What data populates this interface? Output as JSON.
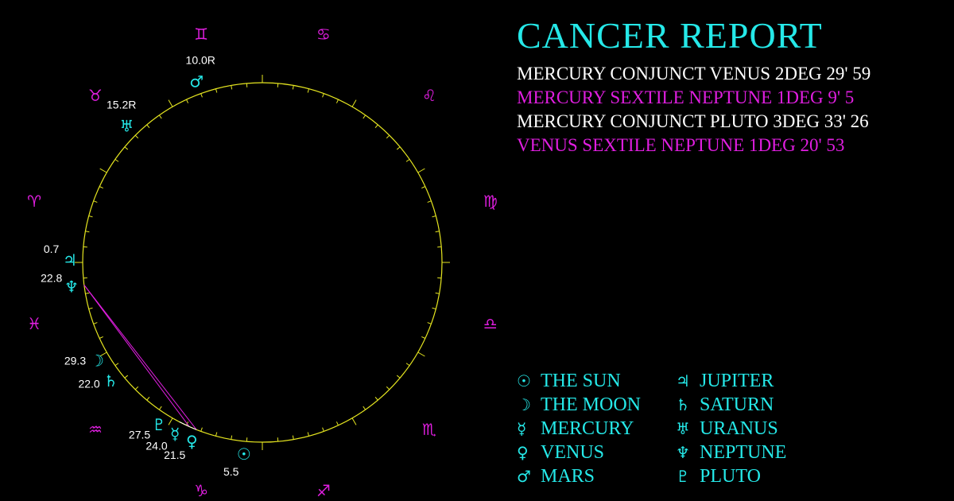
{
  "title": "CANCER REPORT",
  "colors": {
    "cyan": "#25e8e8",
    "magenta": "#e01ee0",
    "yellow": "#e6e620",
    "white": "#ffffff"
  },
  "aspects": [
    {
      "text": "MERCURY CONJUNCT VENUS 2DEG 29' 59",
      "color": "#ffffff"
    },
    {
      "text": "MERCURY SEXTILE NEPTUNE 1DEG 9' 5",
      "color": "#e01ee0"
    },
    {
      "text": "MERCURY CONJUNCT PLUTO 3DEG 33' 26",
      "color": "#ffffff"
    },
    {
      "text": "VENUS SEXTILE NEPTUNE 1DEG 20' 53",
      "color": "#e01ee0"
    }
  ],
  "legend": [
    {
      "glyph": "☉",
      "name": "THE SUN"
    },
    {
      "glyph": "☽",
      "name": "THE MOON"
    },
    {
      "glyph": "☿",
      "name": "MERCURY"
    },
    {
      "glyph": "♀",
      "name": "VENUS"
    },
    {
      "glyph": "♂",
      "name": "MARS"
    },
    {
      "glyph": "♃",
      "name": "JUPITER"
    },
    {
      "glyph": "♄",
      "name": "SATURN"
    },
    {
      "glyph": "♅",
      "name": "URANUS"
    },
    {
      "glyph": "♆",
      "name": "NEPTUNE"
    },
    {
      "glyph": "♇",
      "name": "PLUTO"
    }
  ],
  "wheel": {
    "signs": [
      {
        "name": "aries",
        "glyph": "♈"
      },
      {
        "name": "taurus",
        "glyph": "♉"
      },
      {
        "name": "gemini",
        "glyph": "♊"
      },
      {
        "name": "cancer",
        "glyph": "♋"
      },
      {
        "name": "leo",
        "glyph": "♌"
      },
      {
        "name": "virgo",
        "glyph": "♍"
      },
      {
        "name": "libra",
        "glyph": "♎"
      },
      {
        "name": "scorpio",
        "glyph": "♏"
      },
      {
        "name": "sagittarius",
        "glyph": "♐"
      },
      {
        "name": "capricorn",
        "glyph": "♑"
      },
      {
        "name": "aquarius",
        "glyph": "♒"
      },
      {
        "name": "pisces",
        "glyph": "♓"
      }
    ],
    "planets": [
      {
        "name": "sun",
        "glyph": "☉",
        "sign": "capricorn",
        "degree": 5.5,
        "label": "5.5"
      },
      {
        "name": "mercury",
        "glyph": "☿",
        "sign": "capricorn",
        "degree": 24.0,
        "label": "24.0"
      },
      {
        "name": "venus",
        "glyph": "♀",
        "sign": "capricorn",
        "degree": 21.5,
        "label": "21.5"
      },
      {
        "name": "pluto",
        "glyph": "♇",
        "sign": "capricorn",
        "degree": 27.5,
        "label": "27.5"
      },
      {
        "name": "moon",
        "glyph": "☽",
        "sign": "aquarius",
        "degree": 29.3,
        "label": "29.3"
      },
      {
        "name": "saturn",
        "glyph": "♄",
        "sign": "aquarius",
        "degree": 22.0,
        "label": "22.0"
      },
      {
        "name": "neptune",
        "glyph": "♆",
        "sign": "pisces",
        "degree": 22.8,
        "label": "22.8"
      },
      {
        "name": "jupiter",
        "glyph": "♃",
        "sign": "aries",
        "degree": 0.7,
        "label": "0.7"
      },
      {
        "name": "uranus",
        "glyph": "♅",
        "sign": "taurus",
        "degree": 15.2,
        "label": "15.2R"
      },
      {
        "name": "mars",
        "glyph": "♂",
        "sign": "gemini",
        "degree": 10.0,
        "label": "10.0R"
      }
    ],
    "aspect_lines": [
      {
        "from": "mercury",
        "to": "neptune",
        "color": "#e01ee0"
      },
      {
        "from": "venus",
        "to": "neptune",
        "color": "#e01ee0"
      },
      {
        "from": "mercury",
        "to": "venus",
        "color": "#ffffff"
      },
      {
        "from": "mercury",
        "to": "pluto",
        "color": "#ffffff"
      }
    ]
  }
}
